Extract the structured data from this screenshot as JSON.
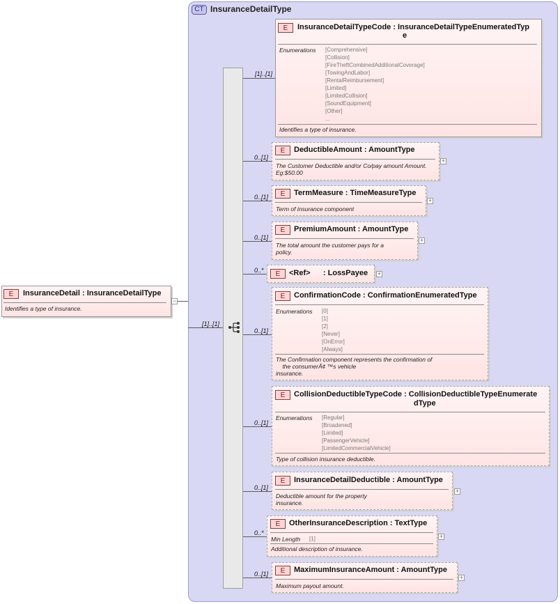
{
  "complex_type": {
    "badge": "CT",
    "name": "InsuranceDetailType"
  },
  "root": {
    "badge": "E",
    "title": "InsuranceDetail : InsuranceDetailType",
    "doc": "Identifies a type of insurance.",
    "multiplicity": "[1]..[1]"
  },
  "sequence": {
    "multiplicity": "[1]..[1]"
  },
  "elements": [
    {
      "badge": "E",
      "title_line1": "InsuranceDetailTypeCode : InsuranceDetailTypeEnumeratedTyp",
      "title_line2": "e",
      "occurrence": "[1]..[1]",
      "enum_label": "Enumerations",
      "enums": [
        "[Comprehensive]",
        "[Collision]",
        "[FireTheftCombinedAdditionalCoverage]",
        "[TowingAndLabor]",
        "[RentalReimbursement]",
        "[Limited]",
        "[LimitedCollision]",
        "[SoundEquipment]",
        "[Other]",
        "..."
      ],
      "doc": "Identifies a type of insurance."
    },
    {
      "badge": "E",
      "title": "DeductibleAmount : AmountType",
      "occurrence": "0..[1]",
      "doc": "The Customer Deductible and/or Co/pay amount Amount.\nEg:$50.00"
    },
    {
      "badge": "E",
      "title": "TermMeasure : TimeMeasureType",
      "occurrence": "0..[1]",
      "doc": "Term of insurance component"
    },
    {
      "badge": "E",
      "title": "PremiumAmount : AmountType",
      "occurrence": "0..[1]",
      "doc": "The total amount the customer pays for a\npolicy."
    },
    {
      "badge": "E",
      "title": "<Ref>      : LossPayee",
      "occurrence": "0..*"
    },
    {
      "badge": "E",
      "title": "ConfirmationCode : ConfirmationEnumeratedType",
      "occurrence": "0..[1]",
      "enum_label": "Enumerations",
      "enums": [
        "[0]",
        "[1]",
        "[2]",
        "[Never]",
        "[OnError]",
        "[Always]"
      ],
      "doc": "The Confirmation component represents the confirmation of\n    the consumerÂ¢ ™s vehicle\ninsurance."
    },
    {
      "badge": "E",
      "title_line1": "CollisionDeductibleTypeCode : CollisionDeductibleTypeEnumerate",
      "title_line2": "dType",
      "occurrence": "0..[1]",
      "enum_label": "Enumerations",
      "enums": [
        "[Regular]",
        "[Broadened]",
        "[Limited]",
        "[PassengerVehicle]",
        "[LimitedCommercialVehicle]"
      ],
      "doc": "Type of collision insurance deductible."
    },
    {
      "badge": "E",
      "title": "InsuranceDetailDeductible : AmountType",
      "occurrence": "0..[1]",
      "doc": "Deductible amount for the property\ninsurance."
    },
    {
      "badge": "E",
      "title": "OtherInsuranceDescription : TextType",
      "occurrence": "0..*",
      "facet_label": "Min Length",
      "facet_value": "[1]",
      "doc": "Additional description of insurance."
    },
    {
      "badge": "E",
      "title": "MaximumInsuranceAmount : AmountType",
      "occurrence": "0..[1]",
      "doc": "Maximum payout amount."
    }
  ],
  "colors": {
    "group_bg": "#d8d8f4",
    "box_top": "#fff4f4",
    "box_bottom": "#ffe4e4",
    "badge_fill": "#ffd6d6",
    "badge_border": "#8a3a3a",
    "sequence_bar": "#e9e9e9"
  }
}
